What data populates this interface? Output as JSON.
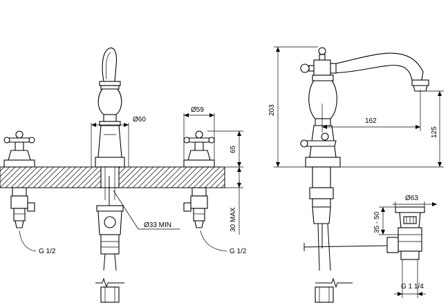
{
  "front_view": {
    "spout_body_diameter": "Ø60",
    "handle_diameter": "Ø59",
    "handle_height": "65",
    "rod_diameter": "Ø33 MIN",
    "max_deck_thickness": "30 MAX",
    "left_connection": "G 1/2",
    "right_connection": "G 1/2"
  },
  "side_view": {
    "total_height": "203",
    "spout_reach": "162",
    "spout_outlet_height": "125",
    "waste_diameter": "Ø63",
    "waste_adjust_range": "35 - 50",
    "waste_thread": "G 1 1/4"
  }
}
